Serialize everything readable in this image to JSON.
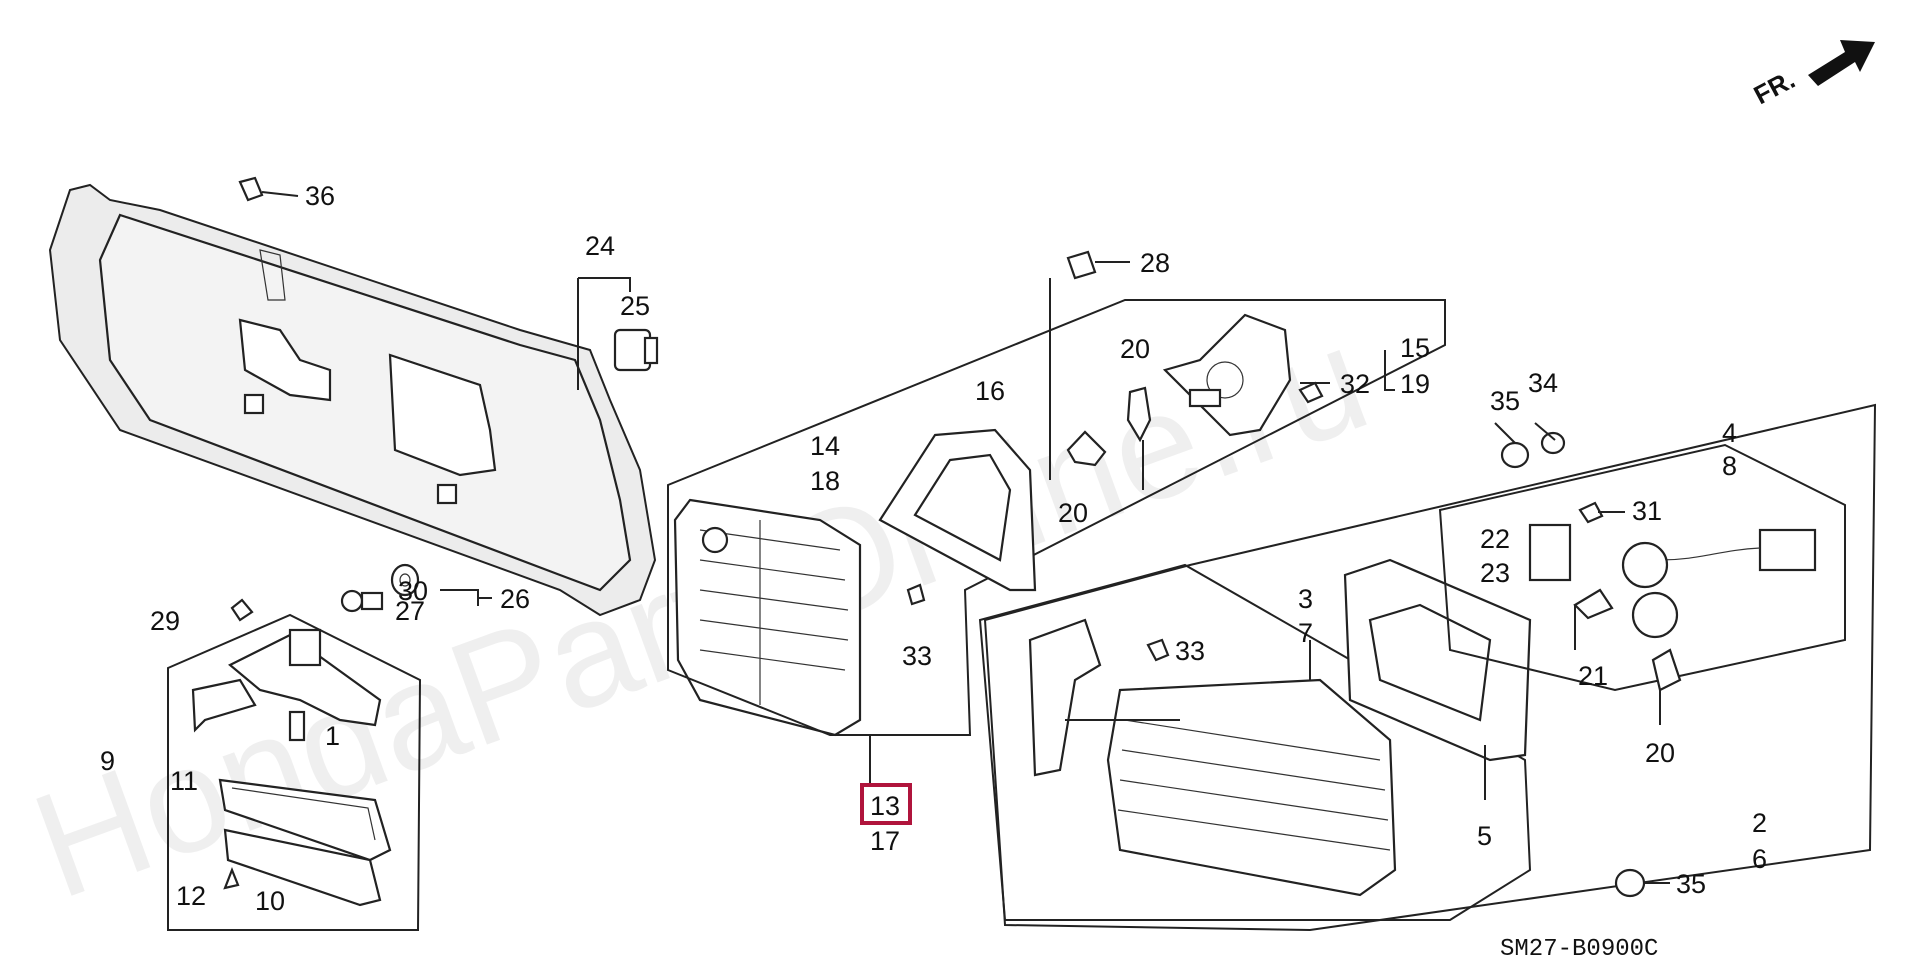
{
  "watermark": "HondaPartsOnline.ru",
  "orientation": {
    "label": "FR."
  },
  "diagram_code": "SM27-B0900C",
  "callouts": {
    "c1": "1",
    "c2": "2",
    "c3": "3",
    "c4": "4",
    "c5": "5",
    "c6": "6",
    "c7": "7",
    "c8": "8",
    "c9": "9",
    "c10": "10",
    "c11": "11",
    "c12": "12",
    "c13": "13",
    "c14": "14",
    "c15": "15",
    "c16": "16",
    "c17": "17",
    "c18": "18",
    "c19": "19",
    "c20a": "20",
    "c20b": "20",
    "c20c": "20",
    "c21": "21",
    "c22": "22",
    "c23": "23",
    "c24": "24",
    "c25": "25",
    "c26": "26",
    "c27": "27",
    "c28": "28",
    "c29": "29",
    "c30": "30",
    "c31": "31",
    "c32": "32",
    "c33a": "33",
    "c33b": "33",
    "c34": "34",
    "c35a": "35",
    "c35b": "35",
    "c36": "36"
  },
  "selected_callout": "13",
  "colors": {
    "highlight": "#b0143c",
    "ink": "#222222"
  }
}
